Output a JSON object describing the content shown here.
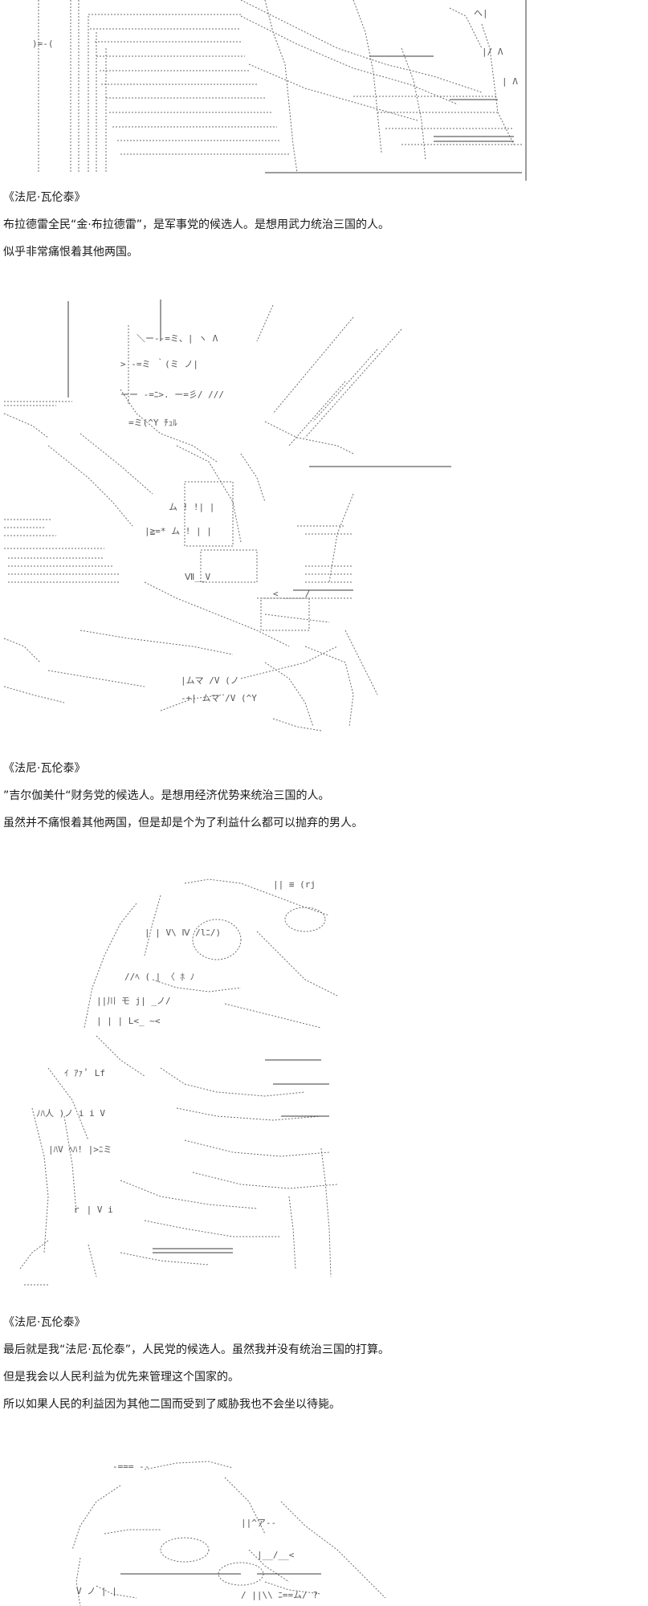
{
  "sections": [
    {
      "art": "armored-figure-lower",
      "speaker": "《法尼·瓦伦泰》",
      "lines": [
        "布拉德雷全民“金·布拉德雷”，是军事党的候选人。是想用武力统治三国的人。",
        "似乎非常痛恨着其他两国。"
      ]
    },
    {
      "art": "armored-warrior",
      "speaker": "《法尼·瓦伦泰》",
      "lines": [
        "”吉尔伽美什“财务党的候选人。是想用经济优势来统治三国的人。",
        "虽然并不痛恨着其他两国，但是却是个为了利益什么都可以抛弃的男人。"
      ]
    },
    {
      "art": "hooded-figure",
      "speaker": "《法尼·瓦伦泰》",
      "lines": [
        "最后就是我“法尼·瓦伦泰”，人民党的候选人。虽然我并没有统治三国的打算。",
        "但是我会以人民利益为优先来管理这个国家的。",
        "所以如果人民的利益因为其他二国而受到了威胁我也不会坐以待毙。"
      ]
    },
    {
      "art": "curly-haired-figure-top"
    }
  ]
}
